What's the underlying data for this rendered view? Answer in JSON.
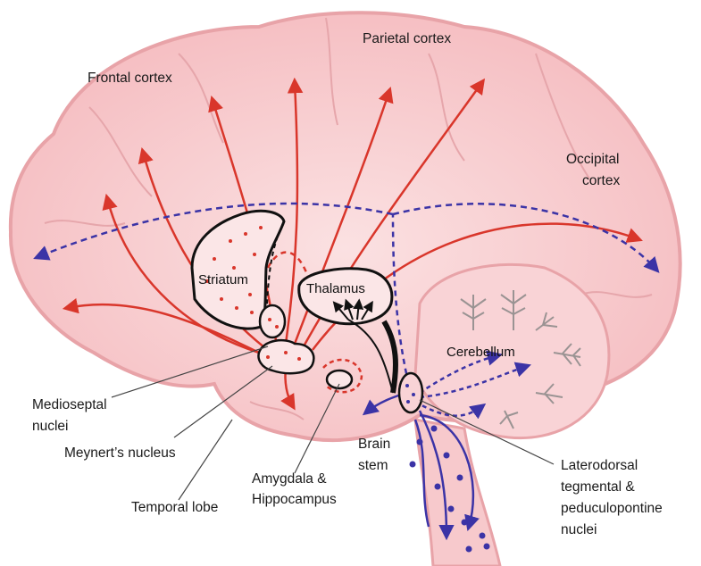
{
  "labels": {
    "frontal_cortex": "Frontal cortex",
    "parietal_cortex": "Parietal cortex",
    "occipital_line1": "Occipital",
    "occipital_line2": "cortex",
    "striatum": "Striatum",
    "thalamus": "Thalamus",
    "cerebellum": "Cerebellum",
    "medioseptal_line1": "Medioseptal",
    "medioseptal_line2": "nuclei",
    "meynert": "Meynert’s nucleus",
    "temporal_lobe": "Temporal lobe",
    "amygdala_line1": "Amygdala &",
    "amygdala_line2": "Hippocampus",
    "brain_stem_line1": "Brain",
    "brain_stem_line2": "stem",
    "laterodorsal_line1": "Laterodorsal",
    "laterodorsal_line2": "tegmental &",
    "laterodorsal_line3": "peduculopontine",
    "laterodorsal_line4": "nuclei"
  },
  "colors": {
    "cortex_fill": "#f7c9cc",
    "cortex_outline": "#e8a3a8",
    "red_pathway": "#d9362b",
    "blue_pathway": "#3b33a6",
    "nucleus_outline": "#111111",
    "cerebellum_tree": "#9a9393"
  }
}
